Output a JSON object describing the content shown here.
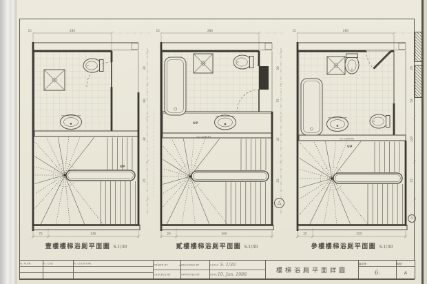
{
  "plans": [
    {
      "caption": "壹樓樓梯浴厠平面圖",
      "scale_note": "S.1/30",
      "dims": {
        "top_left": "15",
        "top_main": "280",
        "bottom_left": "75",
        "bottom_main": "245",
        "right": [
          "30",
          "90",
          "38",
          "25"
        ],
        "up_label": "UP"
      }
    },
    {
      "caption": "貳樓樓梯浴厠平面圖",
      "scale_note": "S.1/30",
      "dims": {
        "top_left": "15",
        "top_main": "280",
        "bottom_left": "20",
        "bottom_main": "260",
        "right": [
          "30",
          "75",
          "45",
          "25"
        ],
        "up_label": "UP",
        "level_label": "LV. CEMENT"
      }
    },
    {
      "caption": "參樓樓梯浴厠平面圖",
      "scale_note": "S.1/30",
      "dims": {
        "top_left": "15",
        "top_main": "280",
        "bottom_left": "25",
        "bottom_main": "255",
        "right": [
          "20",
          "58",
          "120",
          "25"
        ],
        "up_label": "UP",
        "level_label": "LV. CEMENT"
      }
    }
  ],
  "title_block": {
    "left_headers": [
      "N. PLAN",
      "N. CAD",
      "N. LOCATION"
    ],
    "sign_labels": [
      "DRAWN BY",
      "DESIGNED BY",
      "CHECKED BY",
      "APPROVED BY"
    ],
    "scale_label": "SCALE",
    "scale_value": "S. 1/30",
    "date_label": "DATE",
    "date_value": "10. Jan. 1988",
    "project_name": "樓梯浴厠平面詳圖",
    "stamp_header": "審定號",
    "stamp_value": "6.",
    "sheet_no_label": "圖號",
    "sheet_no": "A"
  },
  "symbols": {
    "section_marker": "△"
  }
}
